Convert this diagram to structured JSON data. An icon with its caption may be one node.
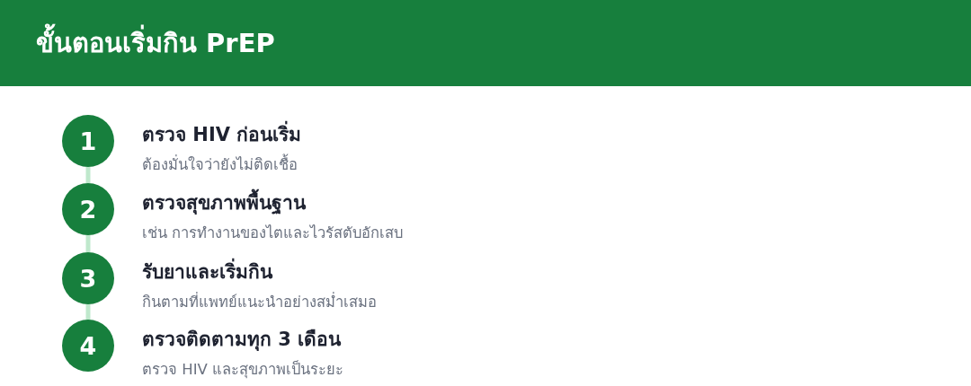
{
  "diagram": {
    "title": "ขั้นตอนเริ่มกิน PrEP",
    "nodes": [
      {
        "text": [
          "1"
        ],
        "beside": [
          "ตรวจ HIV ก่อนเริ่ม",
          "ต้องมั่นใจว่ายังไม่ติดเชื้อ"
        ]
      },
      {
        "text": [
          "2"
        ],
        "beside": [
          "ตรวจสุขภาพพื้นฐาน",
          "เช่น การทำงานของไตและไวรัสตับอักเสบ"
        ]
      },
      {
        "text": [
          "3"
        ],
        "beside": [
          "รับยาและเริ่มกิน",
          "กินตามที่แพทย์แนะนำอย่างสม่ำเสมอ"
        ]
      },
      {
        "text": [
          "4"
        ],
        "beside": [
          "ตรวจติดตามทุก 3 เดือน",
          "ตรวจ HIV และสุขภาพเป็นระยะ"
        ]
      }
    ],
    "edges": [
      {
        "from": 0,
        "to": 1,
        "arrow": "none"
      },
      {
        "from": 1,
        "to": 2,
        "arrow": "none"
      },
      {
        "from": 2,
        "to": 3,
        "arrow": "none"
      }
    ]
  }
}
